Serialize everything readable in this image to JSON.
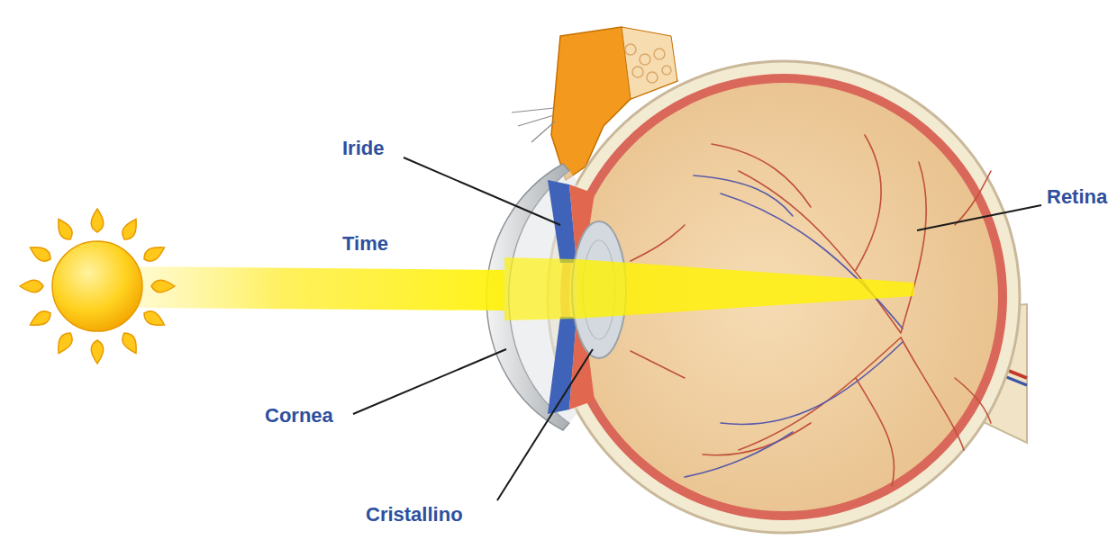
{
  "diagram": {
    "labels": [
      "Iride",
      "Time",
      "Cornea",
      "Cristallino",
      "Retina"
    ]
  }
}
